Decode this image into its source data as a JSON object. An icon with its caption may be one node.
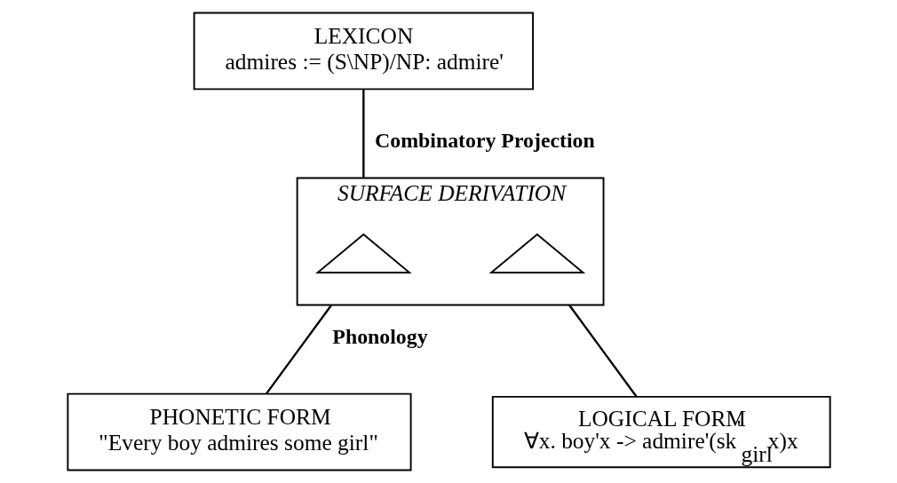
{
  "diagram": {
    "nodes": [
      {
        "text": [
          "LEXICON",
          "admires := (S\\NP)/NP: admire'"
        ]
      },
      {
        "text": [
          "SURFACE DERIVATION"
        ]
      },
      {
        "text": [],
        "shape": "picture",
        "in": 1
      },
      {
        "text": [],
        "shape": "picture",
        "in": 1
      },
      {
        "text": [
          "PHONETIC FORM",
          "\"Every boy admires some girl\""
        ]
      },
      {
        "text": [
          "LOGICAL FORM",
          "∀x. boy'x -> admire'(sk$^{'}$$_{girl}$x)x"
        ]
      }
    ],
    "edges": [
      {
        "from": 0,
        "to": 1,
        "arrow": "none",
        "label": "Combinatory Projection"
      },
      {
        "from": 1,
        "to": 4,
        "arrow": "none",
        "label": "Phonology"
      },
      {
        "from": 1,
        "to": 5,
        "arrow": "none"
      }
    ]
  }
}
